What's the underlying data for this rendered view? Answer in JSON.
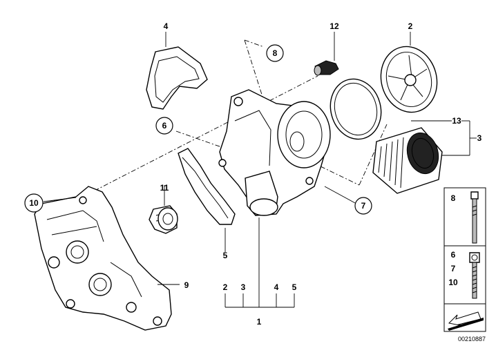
{
  "callouts": {
    "c1": "1",
    "c2": "2",
    "c3": "3",
    "c4": "4",
    "c5": "5",
    "c6": "6",
    "c7": "7",
    "c8": "8",
    "c9": "9",
    "c10": "10",
    "c11": "11",
    "c12": "12",
    "c13": "13"
  },
  "group_labels": {
    "g2": "2",
    "g3": "3",
    "g4": "4",
    "g5": "5"
  },
  "legend": {
    "box1_label": "8",
    "box2_labels": [
      "6",
      "7",
      "10"
    ]
  },
  "reference_number": "00210887"
}
